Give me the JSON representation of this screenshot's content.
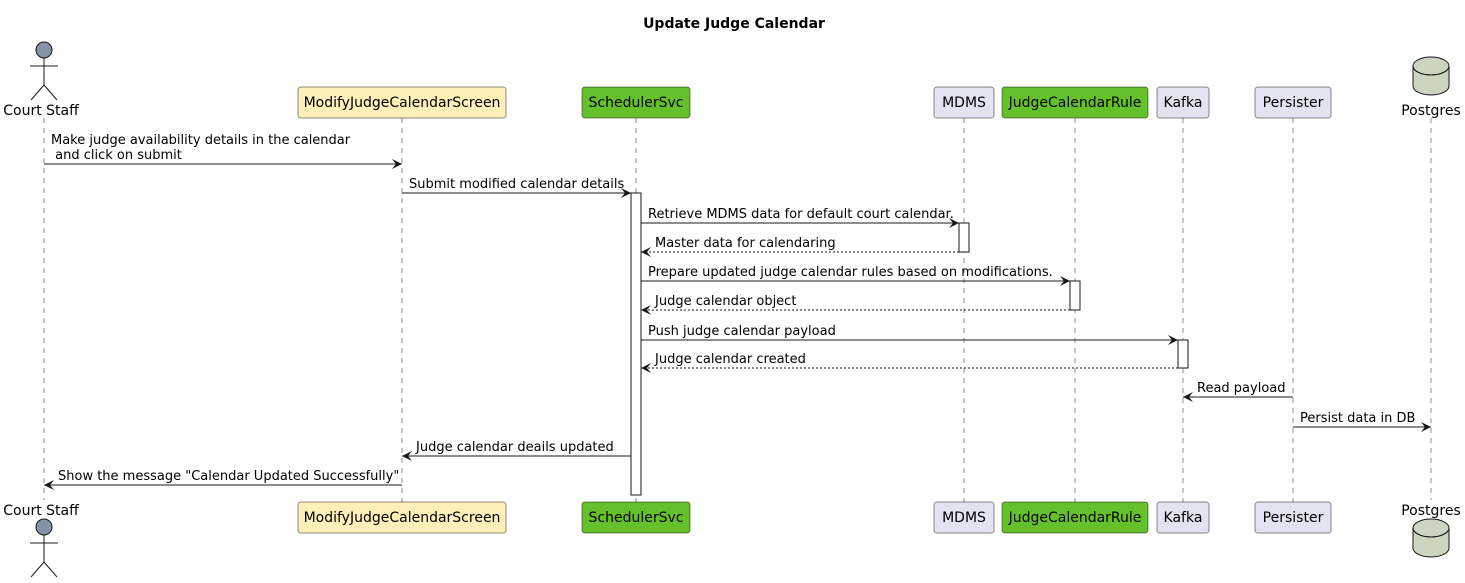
{
  "title": "Update Judge Calendar",
  "colors": {
    "screen_fill": "#FFEFB8",
    "svc_fill": "#65C12B",
    "default_fill": "#E2E2F0",
    "actor_fill": "#8493A6",
    "db_fill": "#CCD5C0",
    "stroke": "#181818"
  },
  "participants": [
    {
      "id": "court_staff",
      "label": "Court Staff",
      "kind": "actor"
    },
    {
      "id": "screen",
      "label": "ModifyJudgeCalendarScreen",
      "kind": "box",
      "fill": "screen"
    },
    {
      "id": "scheduler",
      "label": "SchedulerSvc",
      "kind": "box",
      "fill": "svc"
    },
    {
      "id": "mdms",
      "label": "MDMS",
      "kind": "box",
      "fill": "default"
    },
    {
      "id": "rule",
      "label": "JudgeCalendarRule",
      "kind": "box",
      "fill": "svc"
    },
    {
      "id": "kafka",
      "label": "Kafka",
      "kind": "box",
      "fill": "default"
    },
    {
      "id": "persister",
      "label": "Persister",
      "kind": "box",
      "fill": "default"
    },
    {
      "id": "postgres",
      "label": "Postgres",
      "kind": "database"
    }
  ],
  "messages": [
    {
      "from": "court_staff",
      "to": "screen",
      "lines": [
        "Make judge availability details in the calendar",
        " and click on submit"
      ],
      "style": "solid"
    },
    {
      "from": "screen",
      "to": "scheduler",
      "lines": [
        "Submit modified calendar details"
      ],
      "style": "solid"
    },
    {
      "from": "scheduler",
      "to": "mdms",
      "lines": [
        "Retrieve MDMS data for default court calendar."
      ],
      "style": "solid"
    },
    {
      "from": "mdms",
      "to": "scheduler",
      "lines": [
        "Master data for calendaring"
      ],
      "style": "dashed"
    },
    {
      "from": "scheduler",
      "to": "rule",
      "lines": [
        "Prepare updated judge calendar rules based on modifications."
      ],
      "style": "solid"
    },
    {
      "from": "rule",
      "to": "scheduler",
      "lines": [
        "Judge calendar object"
      ],
      "style": "dashed"
    },
    {
      "from": "scheduler",
      "to": "kafka",
      "lines": [
        "Push judge calendar payload"
      ],
      "style": "solid"
    },
    {
      "from": "kafka",
      "to": "scheduler",
      "lines": [
        "Judge calendar created"
      ],
      "style": "dashed"
    },
    {
      "from": "persister",
      "to": "kafka",
      "lines": [
        "Read payload"
      ],
      "style": "solid"
    },
    {
      "from": "persister",
      "to": "postgres",
      "lines": [
        "Persist data in DB"
      ],
      "style": "solid"
    },
    {
      "from": "scheduler",
      "to": "screen",
      "lines": [
        "Judge calendar deails updated"
      ],
      "style": "solid"
    },
    {
      "from": "screen",
      "to": "court_staff",
      "lines": [
        "Show the message \"Calendar Updated Successfully\""
      ],
      "style": "solid"
    }
  ],
  "activations": [
    {
      "participant": "scheduler",
      "from_message": 1,
      "to_message": "end"
    },
    {
      "participant": "mdms",
      "from_message": 2,
      "to_message": 3
    },
    {
      "participant": "rule",
      "from_message": 4,
      "to_message": 5
    },
    {
      "participant": "kafka",
      "from_message": 6,
      "to_message": 7
    }
  ]
}
